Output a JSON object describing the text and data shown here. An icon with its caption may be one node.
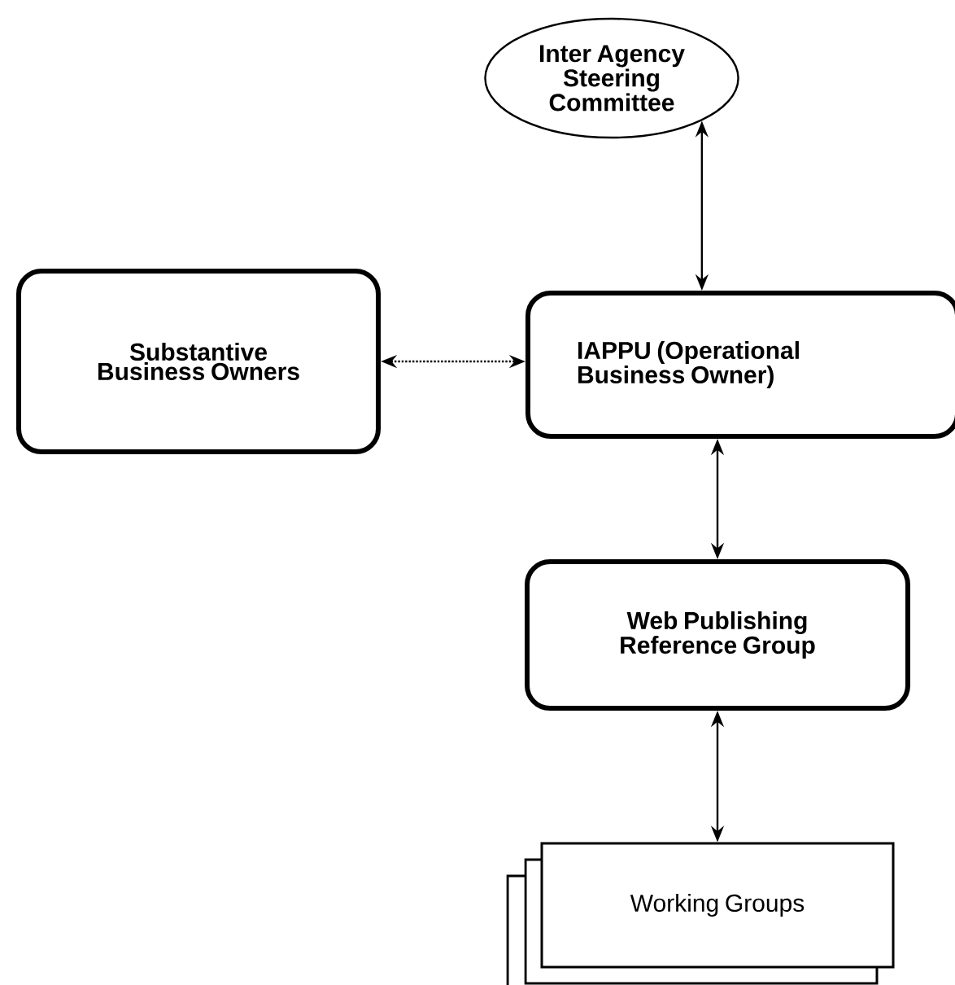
{
  "diagram": {
    "nodes": [
      {
        "text": [
          "Inter Agency Steering Committee"
        ]
      },
      {
        "text": [
          "Substantive Business Owners"
        ]
      },
      {
        "text": [
          "IAPPU (Operational Business Owner)"
        ]
      },
      {
        "text": [
          "Web Publishing Reference Group"
        ]
      },
      {
        "text": [
          "Working Groups"
        ]
      }
    ],
    "edges": [
      {
        "from": 0,
        "to": 2,
        "arrow": "both"
      },
      {
        "from": 1,
        "to": 2,
        "arrow": "both",
        "style": "dashed"
      },
      {
        "from": 2,
        "to": 3,
        "arrow": "both"
      },
      {
        "from": 3,
        "to": 4,
        "arrow": "both"
      }
    ]
  }
}
